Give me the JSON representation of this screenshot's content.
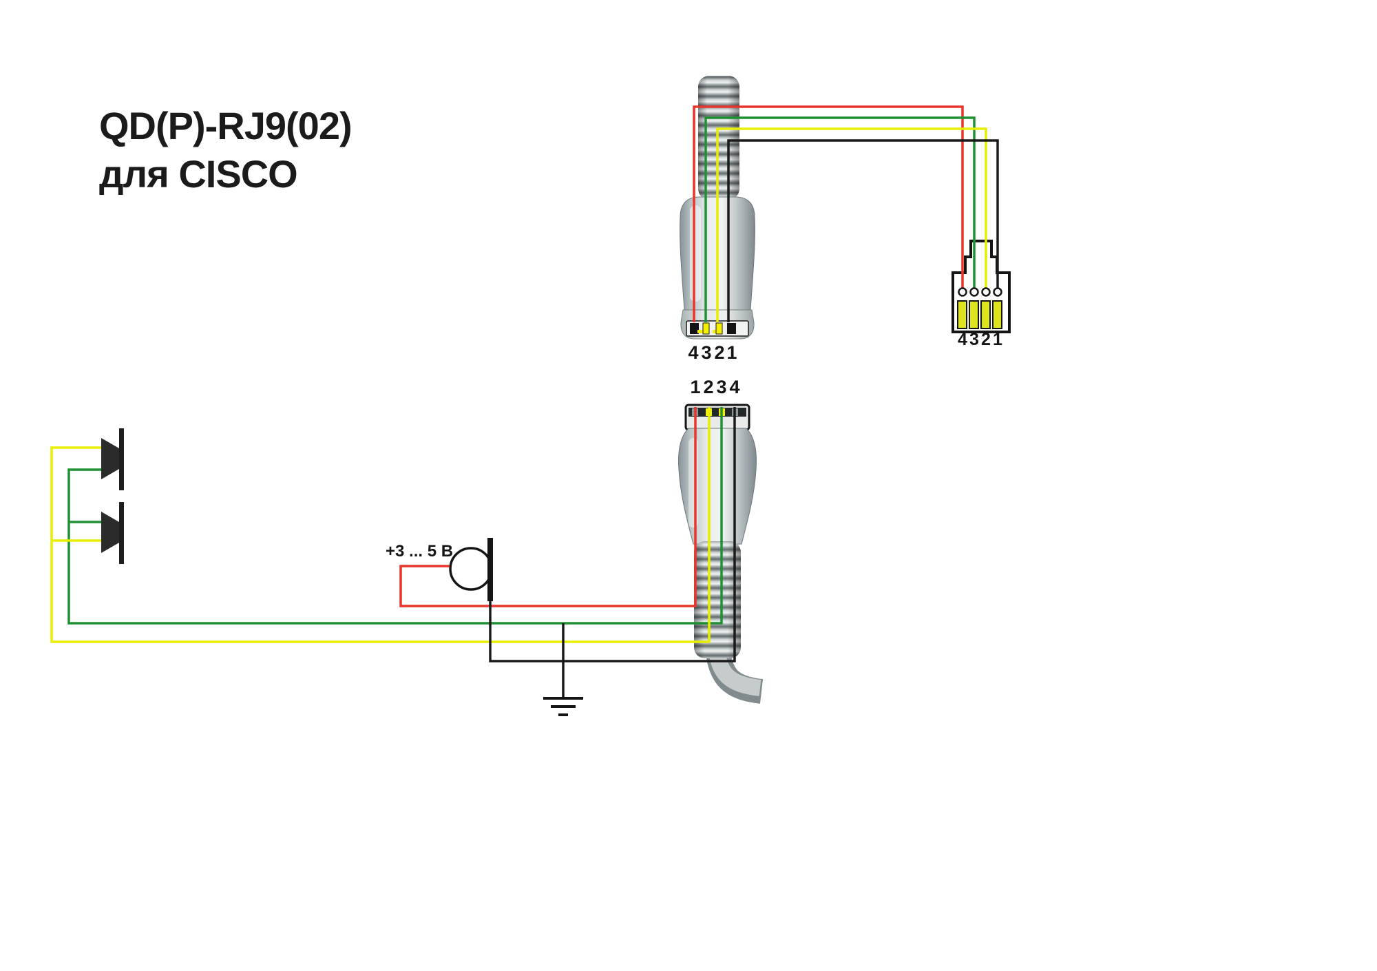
{
  "title": {
    "line1": "QD(P)-RJ9(02)",
    "line2": "для CISCO"
  },
  "mic": {
    "voltage_label": "+3 ... 5 В"
  },
  "connectors": {
    "qd_top": {
      "pins": [
        "4",
        "3",
        "2",
        "1"
      ]
    },
    "qd_bottom": {
      "pins": [
        "1",
        "2",
        "3",
        "4"
      ]
    },
    "rj9": {
      "pins": [
        "4",
        "3",
        "2",
        "1"
      ]
    }
  },
  "wire_colors": {
    "red": "#e8352c",
    "green": "#1f9132",
    "yellow": "#e8ee00",
    "black": "#1a1a1a"
  },
  "wiring": {
    "top_section": [
      {
        "wire": "red",
        "from": "qd-top-pin-4",
        "to": "rj9-pin-4"
      },
      {
        "wire": "green",
        "from": "qd-top-pin-3",
        "to": "rj9-pin-3"
      },
      {
        "wire": "yellow",
        "from": "qd-top-pin-2",
        "to": "rj9-pin-2"
      },
      {
        "wire": "black",
        "from": "qd-top-pin-1",
        "to": "rj9-pin-1"
      }
    ],
    "bottom_section": [
      {
        "wire": "red",
        "from": "qd-bottom-pin-1",
        "to": "microphone"
      },
      {
        "wire": "yellow",
        "from": "qd-bottom-pin-2",
        "to": "speakers"
      },
      {
        "wire": "green",
        "from": "qd-bottom-pin-3",
        "to": "speakers"
      },
      {
        "wire": "black",
        "from": "qd-bottom-pin-4",
        "to": "microphone-and-ground"
      }
    ]
  },
  "components": {
    "icons": [
      "qd-plug-icon",
      "rj9-plug-icon",
      "speaker-icon",
      "microphone-icon",
      "ground-icon",
      "coiled-cord-icon"
    ]
  }
}
